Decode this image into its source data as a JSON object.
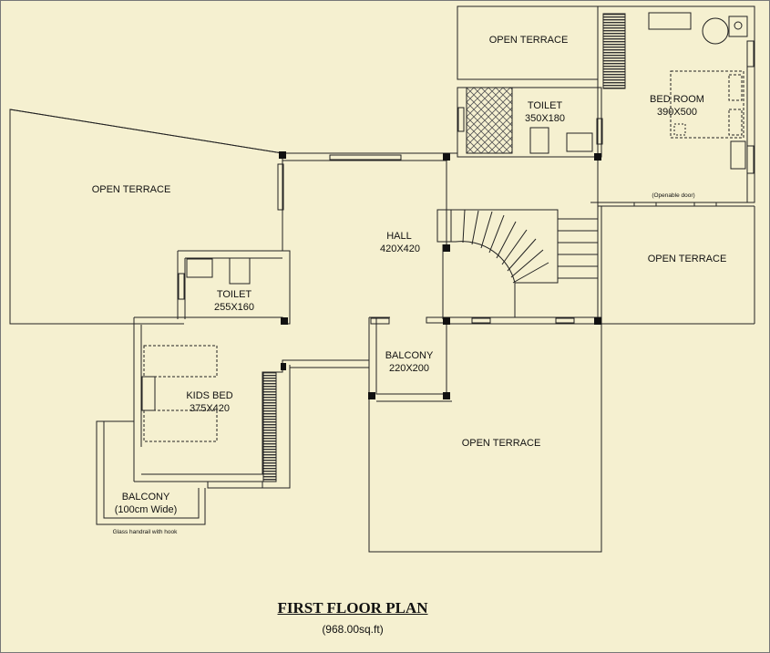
{
  "rooms": {
    "open_terrace_top": "OPEN TERRACE",
    "toilet_top_name": "TOILET",
    "toilet_top_size": "350X180",
    "bedroom_name": "BED ROOM",
    "bedroom_size": "390X500",
    "openable_door": "(Openable door)",
    "open_terrace_left": "OPEN TERRACE",
    "hall_name": "HALL",
    "hall_size": "420X420",
    "open_terrace_right": "OPEN TERRACE",
    "toilet_left_name": "TOILET",
    "toilet_left_size": "255X160",
    "balcony_mid_name": "BALCONY",
    "balcony_mid_size": "220X200",
    "kids_bed_name": "KIDS BED",
    "kids_bed_size": "375X420",
    "open_terrace_bottom": "OPEN TERRACE",
    "balcony_left_name": "BALCONY",
    "balcony_left_size": "(100cm Wide)",
    "handrail_note": "Glass handrail with hook"
  },
  "plan": {
    "title": "FIRST FLOOR PLAN",
    "area": "(968.00sq.ft)"
  },
  "colors": {
    "background": "#f5f0d0",
    "line": "#222222",
    "hatch": "#555555"
  }
}
